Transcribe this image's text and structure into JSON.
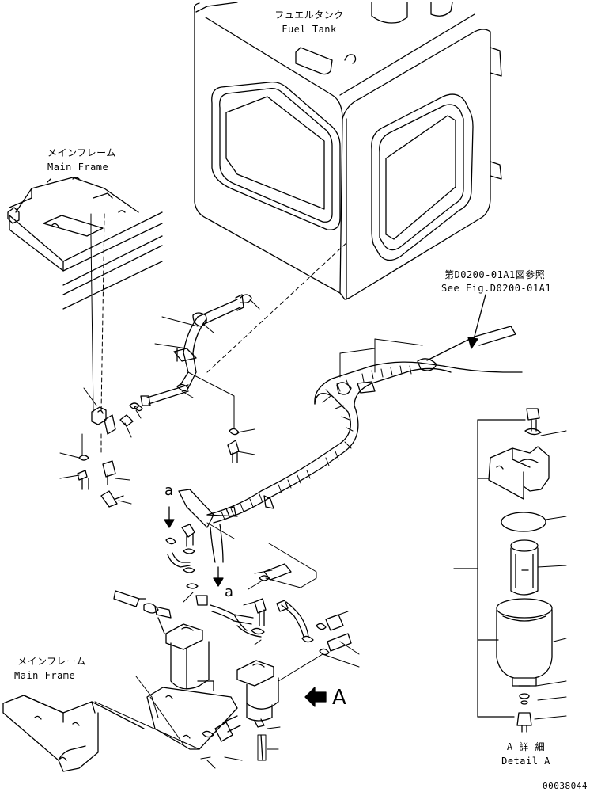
{
  "labels": {
    "fuel_tank_jp": "フュエルタンク",
    "fuel_tank_en": "Fuel Tank",
    "main_frame_top_jp": "メインフレーム",
    "main_frame_top_en": "Main Frame",
    "main_frame_bottom_jp": "メインフレーム",
    "main_frame_bottom_en": "Main Frame",
    "see_fig_jp": "第D0200-01A1図参照",
    "see_fig_en": "See Fig.D0200-01A1",
    "view_letter_a_upper": "a",
    "view_letter_a_lower": "a",
    "detail_marker": "A",
    "detail_jp": "A 詳 細",
    "detail_en": "Detail A",
    "drawing_number": "00038044"
  }
}
